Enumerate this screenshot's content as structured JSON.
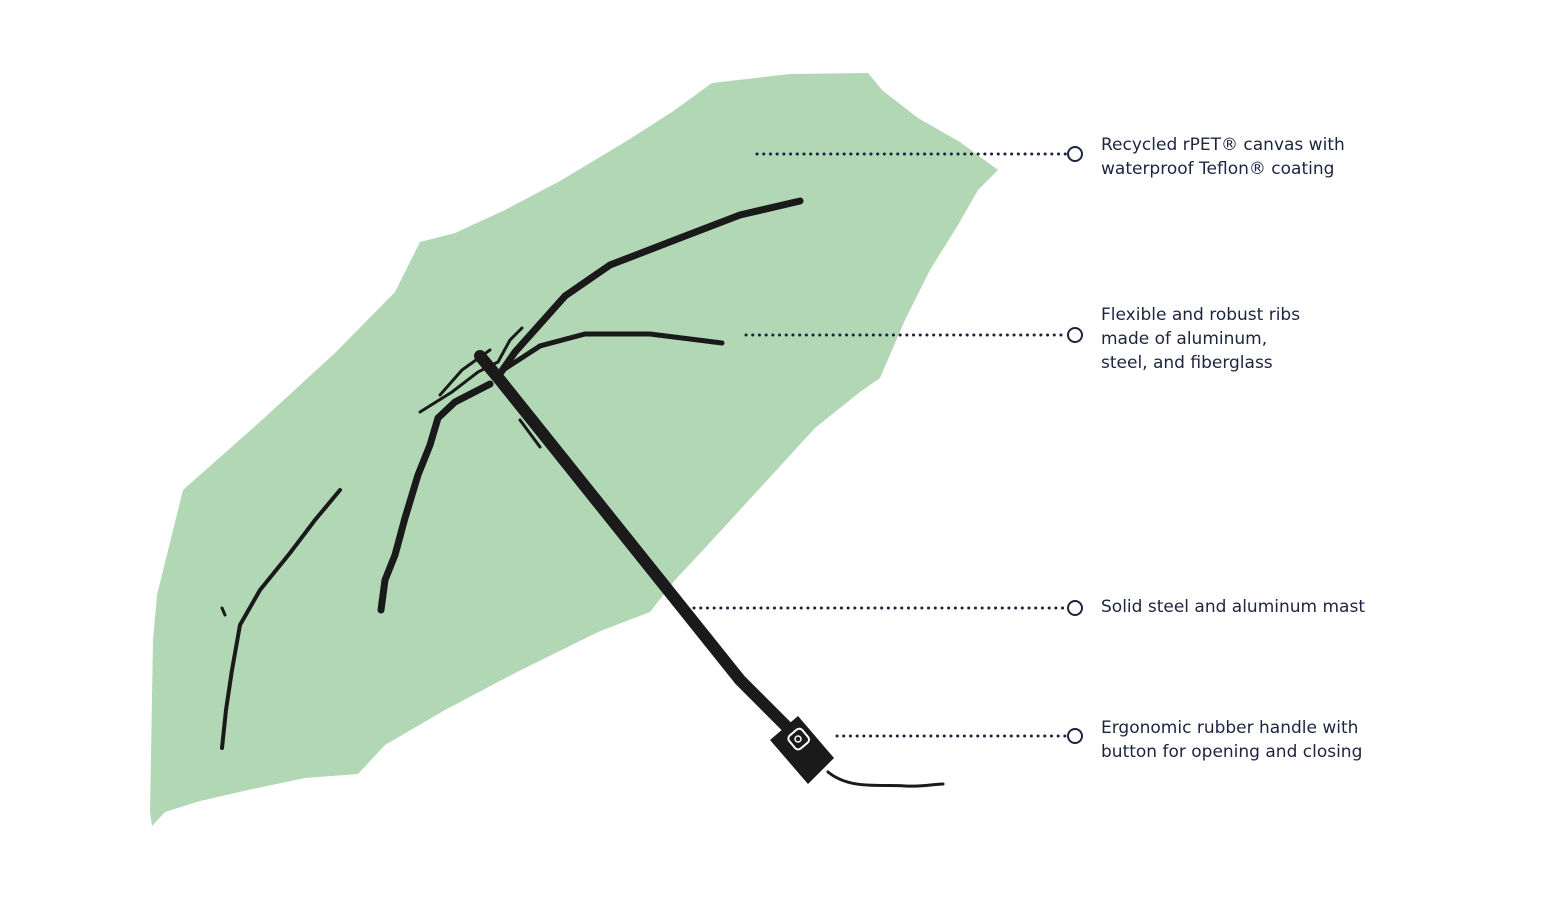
{
  "colors": {
    "canopy": "#b1d7b5",
    "frame": "#1a1a1a",
    "callout_line": "#1d2440",
    "callout_text": "#1d2440",
    "background": "#ffffff"
  },
  "icons": {
    "umbrella": "umbrella-illustration",
    "marker": "hollow-circle-marker",
    "handle_button": "open-close-button-icon"
  },
  "callouts": [
    {
      "id": "canvas",
      "lines": [
        "Recycled rPET® canvas with",
        "waterproof Teflon® coating"
      ]
    },
    {
      "id": "ribs",
      "lines": [
        "Flexible and robust ribs",
        "made of aluminum,",
        "steel, and fiberglass"
      ]
    },
    {
      "id": "mast",
      "lines": [
        "Solid steel and aluminum mast"
      ]
    },
    {
      "id": "handle",
      "lines": [
        "Ergonomic rubber handle with",
        "button for opening and closing"
      ]
    }
  ]
}
